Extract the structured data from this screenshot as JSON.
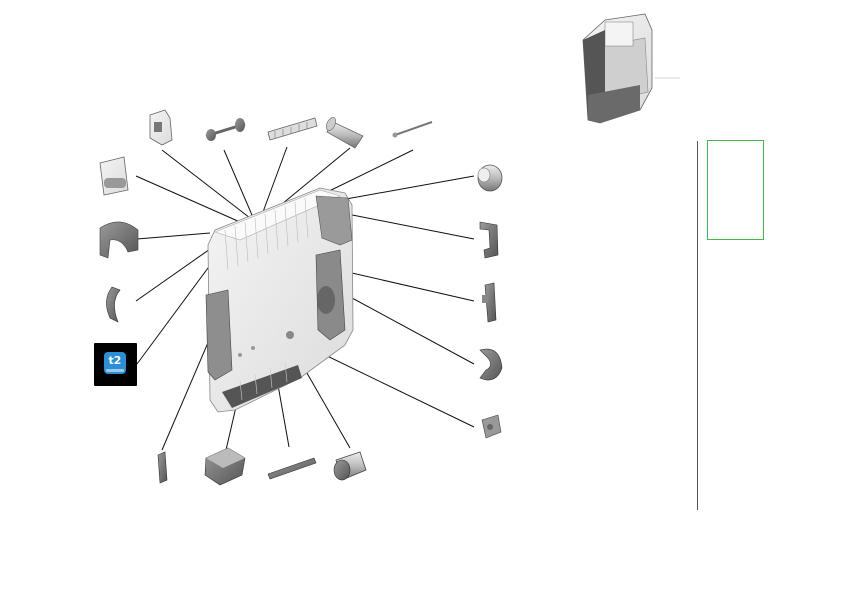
{
  "app_badge": {
    "text": "t2"
  },
  "diagram": {
    "title": "",
    "accent_colors": {
      "thumbnail_frame": "#44bb44",
      "badge_tile": "#2a8fd6",
      "badge_bg": "#000000"
    },
    "parts": [
      "bracket-clip",
      "roller-spindle",
      "guide-bar",
      "rubber-roller",
      "thin-rod",
      "hinge-plate",
      "c-bracket-top",
      "curved-spring",
      "app-icon-part",
      "knob",
      "l-bracket",
      "latch-lever",
      "c-bracket-right",
      "small-clip",
      "small-lever",
      "square-block",
      "long-bar",
      "gear-cylinder"
    ]
  }
}
